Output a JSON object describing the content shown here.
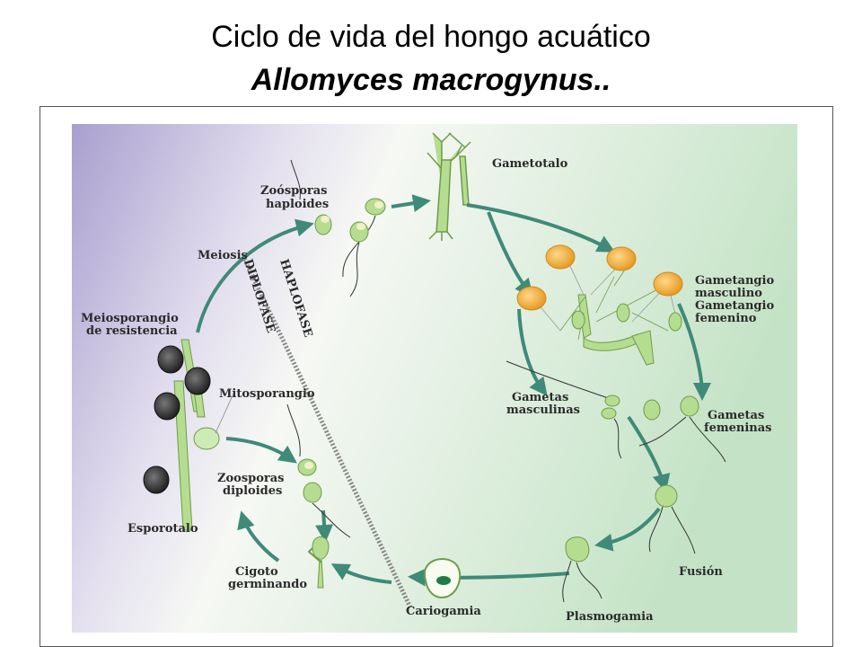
{
  "header": {
    "title": "Ciclo de vida del hongo acuático",
    "subtitle": "Allomyces macrogynus.."
  },
  "diagram": {
    "phases": {
      "haploid": "HAPLOFASE",
      "diploid": "DIPLOFASE"
    },
    "labels": {
      "gametotalo": "Gametotalo",
      "zoosporas_haploides_1": "Zoósporas",
      "zoosporas_haploides_2": "haploides",
      "meiosis": "Meiosis",
      "meiosporangio_1": "Meiosporangio",
      "meiosporangio_2": "de resistencia",
      "gametangio_masc_1": "Gametangio",
      "gametangio_masc_2": "masculino",
      "gametangio_fem_1": "Gametangio",
      "gametangio_fem_2": "femenino",
      "mitosporangio": "Mitosporangio",
      "gametas_masc_1": "Gametas",
      "gametas_masc_2": "masculinas",
      "gametas_fem_1": "Gametas",
      "gametas_fem_2": "femeninas",
      "zoosporas_diploides_1": "Zoosporas",
      "zoosporas_diploides_2": "diploides",
      "esporotalo": "Esporotalo",
      "fusion": "Fusión",
      "cigoto_1": "Cigoto",
      "cigoto_2": "germinando",
      "cariogamia": "Cariogamia",
      "plasmogamia": "Plasmogamia"
    },
    "colors": {
      "arrow": "#3f8a78",
      "cell": "#b5dd8f",
      "cell_stroke": "#6f9b4a",
      "gametangium": "#f2b040",
      "meiosporangium": "#3a3a3a",
      "bg_left": "#b9b0d6",
      "bg_right": "#cfe8cf"
    }
  }
}
